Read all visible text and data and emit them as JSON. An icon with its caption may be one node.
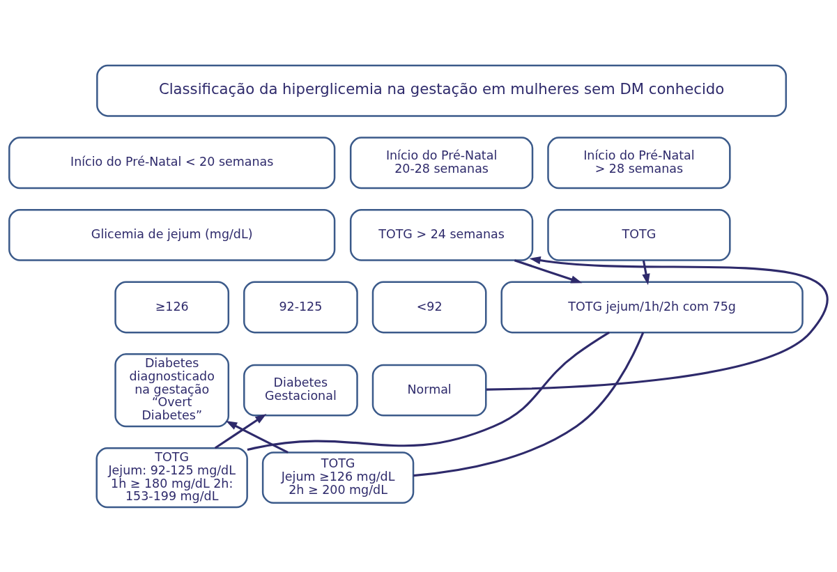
{
  "diagram": {
    "nodes": [
      {
        "text": [
          "Classificação da hiperglicemia na gestação em mulheres sem DM conhecido"
        ]
      },
      {
        "text": [
          "Início do Pré-Natal < 20 semanas"
        ]
      },
      {
        "text": [
          "Início do Pré-Natal 20-28 semanas"
        ]
      },
      {
        "text": [
          "Início do Pré-Natal > 28 semanas"
        ]
      },
      {
        "text": [
          "Glicemia de jejum (mg/dL)"
        ]
      },
      {
        "text": [
          "TOTG > 24 semanas"
        ]
      },
      {
        "text": [
          "TOTG"
        ]
      },
      {
        "text": [
          "≥126"
        ]
      },
      {
        "text": [
          "92-125"
        ]
      },
      {
        "text": [
          "<92"
        ]
      },
      {
        "text": [
          "TOTG jejum/1h/2h com 75g"
        ]
      },
      {
        "text": [
          "Diabetes diagnosticado na gestação “Overt Diabetes”"
        ]
      },
      {
        "text": [
          "Diabetes Gestacional"
        ]
      },
      {
        "text": [
          "Normal"
        ]
      },
      {
        "text": [
          "TOTG",
          "Jejum: 92-125 mg/dL 1h ≥ 180 mg/dL 2h: 153-199 mg/dL"
        ]
      },
      {
        "text": [
          "TOTG",
          "Jejum ≥126 mg/dL 2h ≥ 200 mg/dL"
        ]
      }
    ],
    "edges": [
      {
        "from": 13,
        "to": 5,
        "arrow": "to"
      },
      {
        "from": 5,
        "to": 10,
        "arrow": "to"
      },
      {
        "from": 6,
        "to": 10,
        "arrow": "to"
      },
      {
        "from": 10,
        "to": 14,
        "arrow": "none"
      },
      {
        "from": 10,
        "to": 15,
        "arrow": "none"
      },
      {
        "from": 14,
        "to": 12,
        "arrow": "to"
      },
      {
        "from": 15,
        "to": 11,
        "arrow": "to"
      }
    ]
  }
}
